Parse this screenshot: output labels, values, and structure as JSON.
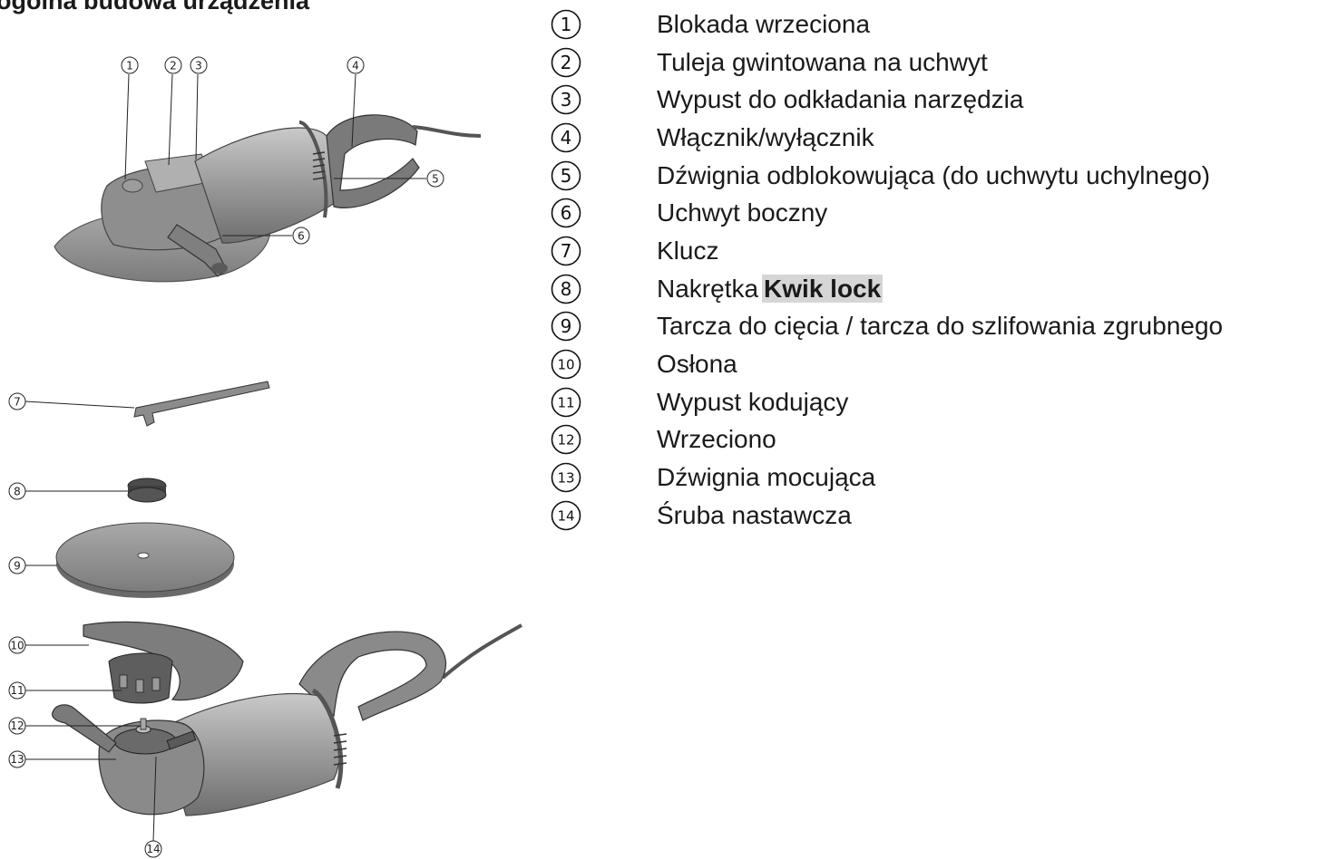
{
  "section_heading": "ogólna budowa urządzenia",
  "legend": [
    {
      "num": "1",
      "text": "Blokada wrzeciona"
    },
    {
      "num": "2",
      "text": "Tuleja gwintowana na uchwyt"
    },
    {
      "num": "3",
      "text": "Wypust do odkładania narzędzia"
    },
    {
      "num": "4",
      "text": "Włącznik/wyłącznik"
    },
    {
      "num": "5",
      "text": "Dźwignia odblokowująca (do uchwytu uchylnego)"
    },
    {
      "num": "6",
      "text": "Uchwyt boczny"
    },
    {
      "num": "7",
      "text": "Klucz"
    },
    {
      "num": "8",
      "text": "Nakrętka",
      "emphasis": "Kwik lock"
    },
    {
      "num": "9",
      "text": "Tarcza do cięcia / tarcza do szlifowania zgrubnego"
    },
    {
      "num": "10",
      "text": "Osłona"
    },
    {
      "num": "11",
      "text": "Wypust kodujący"
    },
    {
      "num": "12",
      "text": "Wrzeciono"
    },
    {
      "num": "13",
      "text": "Dźwignia mocująca"
    },
    {
      "num": "14",
      "text": "Śruba nastawcza"
    }
  ],
  "callouts": {
    "c1": "1",
    "c2": "2",
    "c3": "3",
    "c4": "4",
    "c5": "5",
    "c6": "6",
    "c7": "7",
    "c8": "8",
    "c9": "9",
    "c10": "10",
    "c11": "11",
    "c12": "12",
    "c13": "13",
    "c14": "14"
  }
}
